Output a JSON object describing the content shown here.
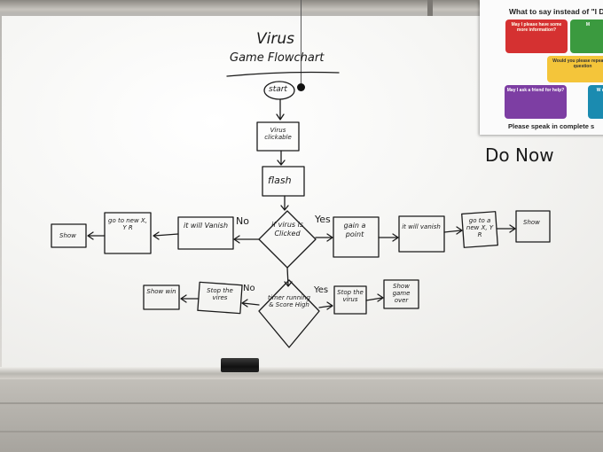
{
  "poster": {
    "title": "What to say instead of \"I D",
    "cards": {
      "red": "May I please have some more information?",
      "green": "M",
      "yellow": "Would you please repeat the question",
      "purple": "May I ask a friend for help?",
      "blue": "W m"
    },
    "footer": "Please speak in complete s"
  },
  "board": {
    "do_now": "Do   Now",
    "title_line1": "Virus",
    "title_line2": "Game Flowchart"
  },
  "flowchart": {
    "start": "start",
    "virus_clickable": "Virus clickable",
    "flash": "flash",
    "decision_clicked": "if virus is Clicked",
    "yes_1": "Yes",
    "no_1": "No",
    "gain_point": "gain a point",
    "vanish_right": "it will vanish",
    "go_new_right": "go to a new X, Y R",
    "show_right": "Show",
    "vanish_left": "it will Vanish",
    "go_new_left": "go to new X, Y R",
    "show_left": "Show",
    "decision_timer": "timer running & Score High",
    "yes_2": "Yes",
    "no_2": "No",
    "stop_virus": "Stop the virus",
    "show_game_over": "Show game over",
    "stop_vires": "Stop the vires",
    "show_win": "Show win"
  }
}
